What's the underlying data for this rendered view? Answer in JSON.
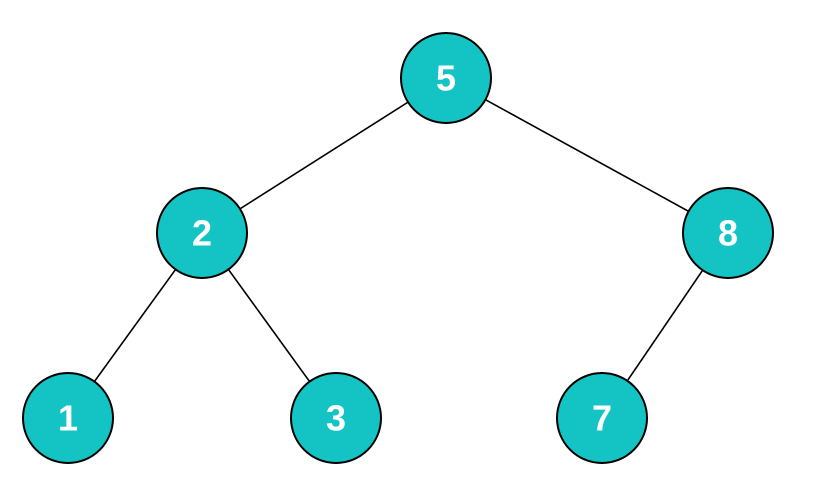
{
  "colors": {
    "node_fill": "#14C4C4",
    "node_stroke": "#000000",
    "label": "#ffffff",
    "edge": "#000000"
  },
  "tree": {
    "nodes": [
      {
        "id": "n5",
        "label": "5",
        "parent": null
      },
      {
        "id": "n2",
        "label": "2",
        "parent": "n5"
      },
      {
        "id": "n8",
        "label": "8",
        "parent": "n5"
      },
      {
        "id": "n1",
        "label": "1",
        "parent": "n2"
      },
      {
        "id": "n3",
        "label": "3",
        "parent": "n2"
      },
      {
        "id": "n7",
        "label": "7",
        "parent": "n8"
      }
    ]
  }
}
